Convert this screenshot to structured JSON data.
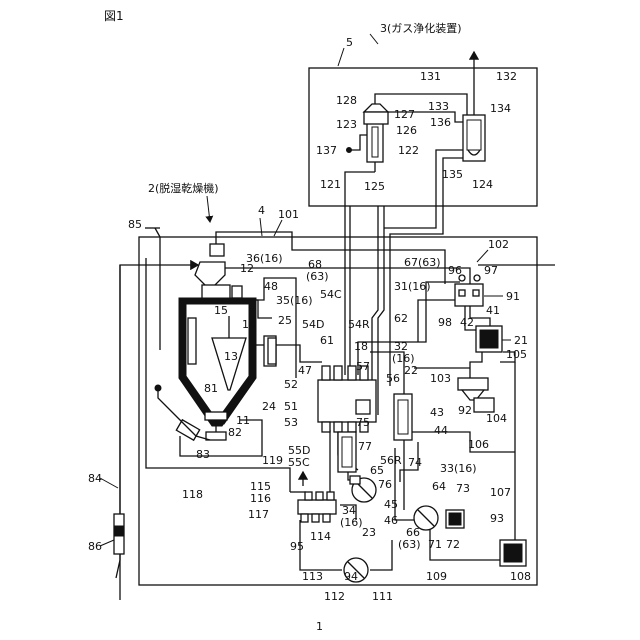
{
  "figure_label": "図1",
  "bottom_ref": "1",
  "titles": {
    "gas_purifier": "3(ガス浄化装置)",
    "dryer": "2(脱湿乾燥機)"
  },
  "labels": {
    "l5": "5",
    "l4": "4",
    "l101": "101",
    "l85": "85",
    "l102": "102",
    "l131": "131",
    "l132": "132",
    "l128": "128",
    "l127": "127",
    "l123": "123",
    "l126": "126",
    "l122": "122",
    "l137": "137",
    "l125": "125",
    "l121": "121",
    "l133": "133",
    "l134": "134",
    "l136": "136",
    "l135": "135",
    "l124": "124",
    "l12": "12",
    "l36": "36(16)",
    "l68": "68",
    "l63a": "(63)",
    "l67": "67(63)",
    "l96": "96",
    "l97": "97",
    "l91": "91",
    "l98": "98",
    "l42": "42",
    "l41": "41",
    "l21": "21",
    "l105": "105",
    "l48": "48",
    "l35": "35(16)",
    "l54c": "54C",
    "l31": "31(16)",
    "l54d": "54D",
    "l54r": "54R",
    "l25": "25",
    "l62": "62",
    "l15": "15",
    "l14": "14",
    "l61": "61",
    "l18": "18",
    "l32": "32",
    "l16a": "(16)",
    "l22": "22",
    "l103": "103",
    "l13": "13",
    "l47": "47",
    "l57": "57",
    "l56": "56",
    "l92": "92",
    "l104": "104",
    "l81": "81",
    "l52": "52",
    "l51": "51",
    "l24": "24",
    "l43": "43",
    "l11": "11",
    "l53": "53",
    "l75": "75",
    "l44": "44",
    "l82": "82",
    "l55d": "55D",
    "l55c": "55C",
    "l77": "77",
    "l106": "106",
    "l83": "83",
    "l56r": "56R",
    "l65": "65",
    "l74": "74",
    "l33": "33(16)",
    "l119": "119",
    "l76": "76",
    "l64": "64",
    "l73": "73",
    "l107": "107",
    "l115": "115",
    "l116": "116",
    "l118": "118",
    "l45": "45",
    "l34": "34",
    "l117": "117",
    "l93": "93",
    "l16b": "(16)",
    "l84": "84",
    "l46": "46",
    "l66": "66",
    "l114": "114",
    "l23": "23",
    "l72": "72",
    "l71": "71",
    "l63b": "(63)",
    "l95": "95",
    "l113": "113",
    "l94": "94",
    "l109": "109",
    "l108": "108",
    "l86": "86",
    "l112": "112",
    "l111": "111"
  }
}
